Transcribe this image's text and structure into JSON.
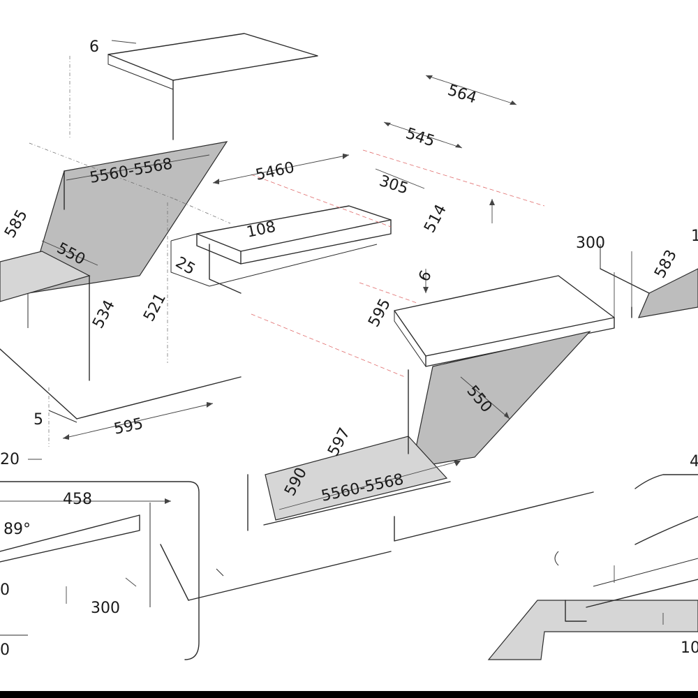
{
  "colors": {
    "recess_fill": "#bdbdbd",
    "recess_fill_light": "#d6d6d6",
    "line": "#2b2b2b",
    "red_guide": "#e06a6a",
    "bottom_bar": "#000000"
  },
  "labels": {
    "top_thickness": "6",
    "dim_564": "564",
    "dim_545": "545",
    "dim_5460": "5460",
    "dim_305": "305",
    "dim_5560_5568_top": "5560-5568",
    "dim_585": "585",
    "dim_550_left": "550",
    "dim_108": "108",
    "dim_521": "521",
    "dim_25": "25",
    "dim_514": "514",
    "dim_534": "534",
    "dim_5": "5",
    "dim_595_bottom": "595",
    "dim_20": "20",
    "dim_458": "458",
    "dim_89": "89°",
    "dim_300_right": "300",
    "dim_583": "583",
    "dim_6_right": "6",
    "dim_595_right": "595",
    "dim_550_right": "550",
    "dim_597": "597",
    "dim_590": "590",
    "dim_5560_5568_bottom": "5560-5568",
    "dim_300_bottom": "300",
    "dim_0_left": "0",
    "dim_0_bottom": "0",
    "dim_1_right": "1",
    "dim_10_right": "10",
    "dim_4_right": "4"
  }
}
